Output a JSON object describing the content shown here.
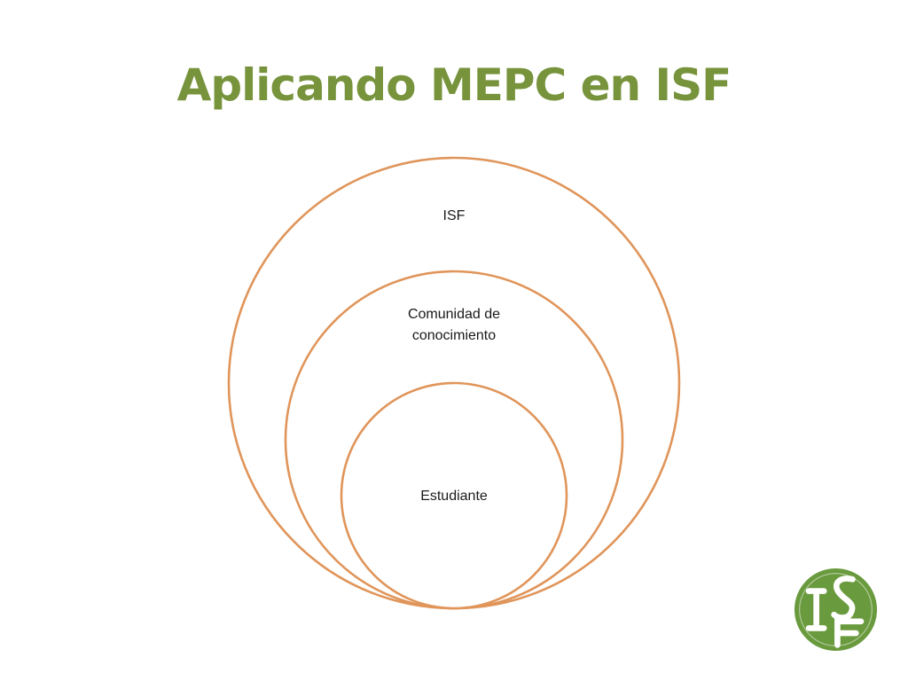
{
  "slide": {
    "title": "Aplicando MEPC en ISF"
  },
  "diagram": {
    "type": "nested-circles",
    "stroke_color": "#e0955a",
    "levels": [
      {
        "label_lines": [
          "ISF"
        ]
      },
      {
        "label_lines": [
          "Comunidad de",
          "conocimiento"
        ]
      },
      {
        "label_lines": [
          "Estudiante"
        ]
      }
    ]
  },
  "logo": {
    "text": "ISF",
    "color": "#6a9a3e"
  },
  "colors": {
    "title": "#77933c",
    "ring": "#e0955a"
  }
}
